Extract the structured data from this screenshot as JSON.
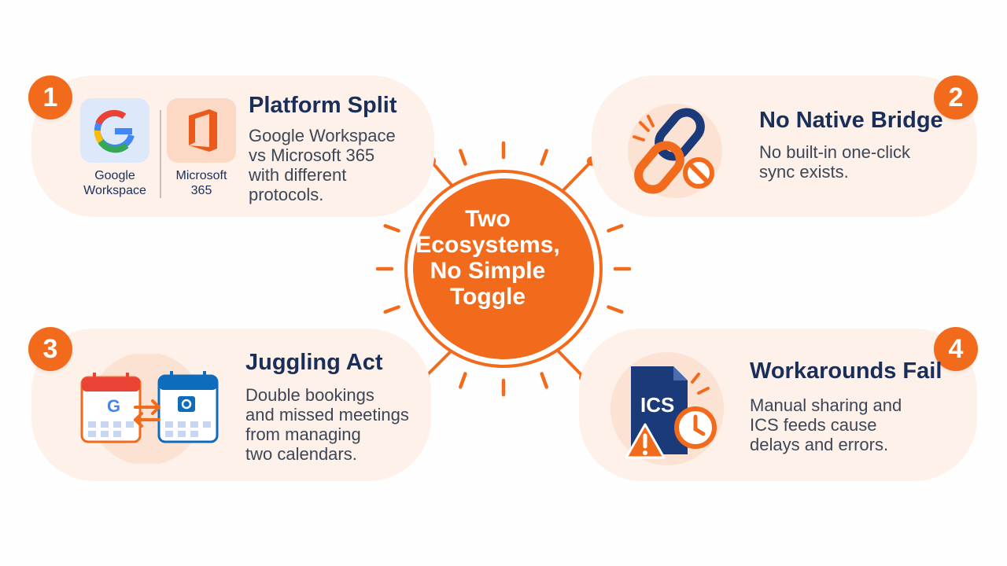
{
  "center": {
    "title_lines": [
      "Two",
      "Ecosystems,",
      "No Simple",
      "Toggle"
    ]
  },
  "cards": [
    {
      "number": "1",
      "title": "Platform Split",
      "description": [
        "Google Workspace",
        "vs Microsoft 365",
        "with different",
        "protocols."
      ],
      "logos": [
        {
          "label_lines": [
            "Google",
            "Workspace"
          ],
          "icon": "google-g-icon"
        },
        {
          "label_lines": [
            "Microsoft",
            "365"
          ],
          "icon": "office-icon"
        }
      ]
    },
    {
      "number": "2",
      "title": "No Native Bridge",
      "description": [
        "No built-in one-click",
        "sync exists."
      ],
      "icon": "broken-link-icon"
    },
    {
      "number": "3",
      "title": "Juggling Act",
      "description": [
        "Double bookings",
        "and missed meetings",
        "from managing",
        "two calendars."
      ],
      "icon": "two-calendars-swap-icon"
    },
    {
      "number": "4",
      "title": "Workarounds Fail",
      "description": [
        "Manual sharing and",
        "ICS feeds cause",
        "delays and errors."
      ],
      "icon_text": "ICS",
      "icon": "ics-file-warning-clock-icon"
    }
  ],
  "colors": {
    "accent": "#f26b1d",
    "card_bg": "#fdf1ea",
    "title": "#1a2e5a",
    "text": "#3c4656",
    "microsoft_blue": "#0f6cbd"
  }
}
